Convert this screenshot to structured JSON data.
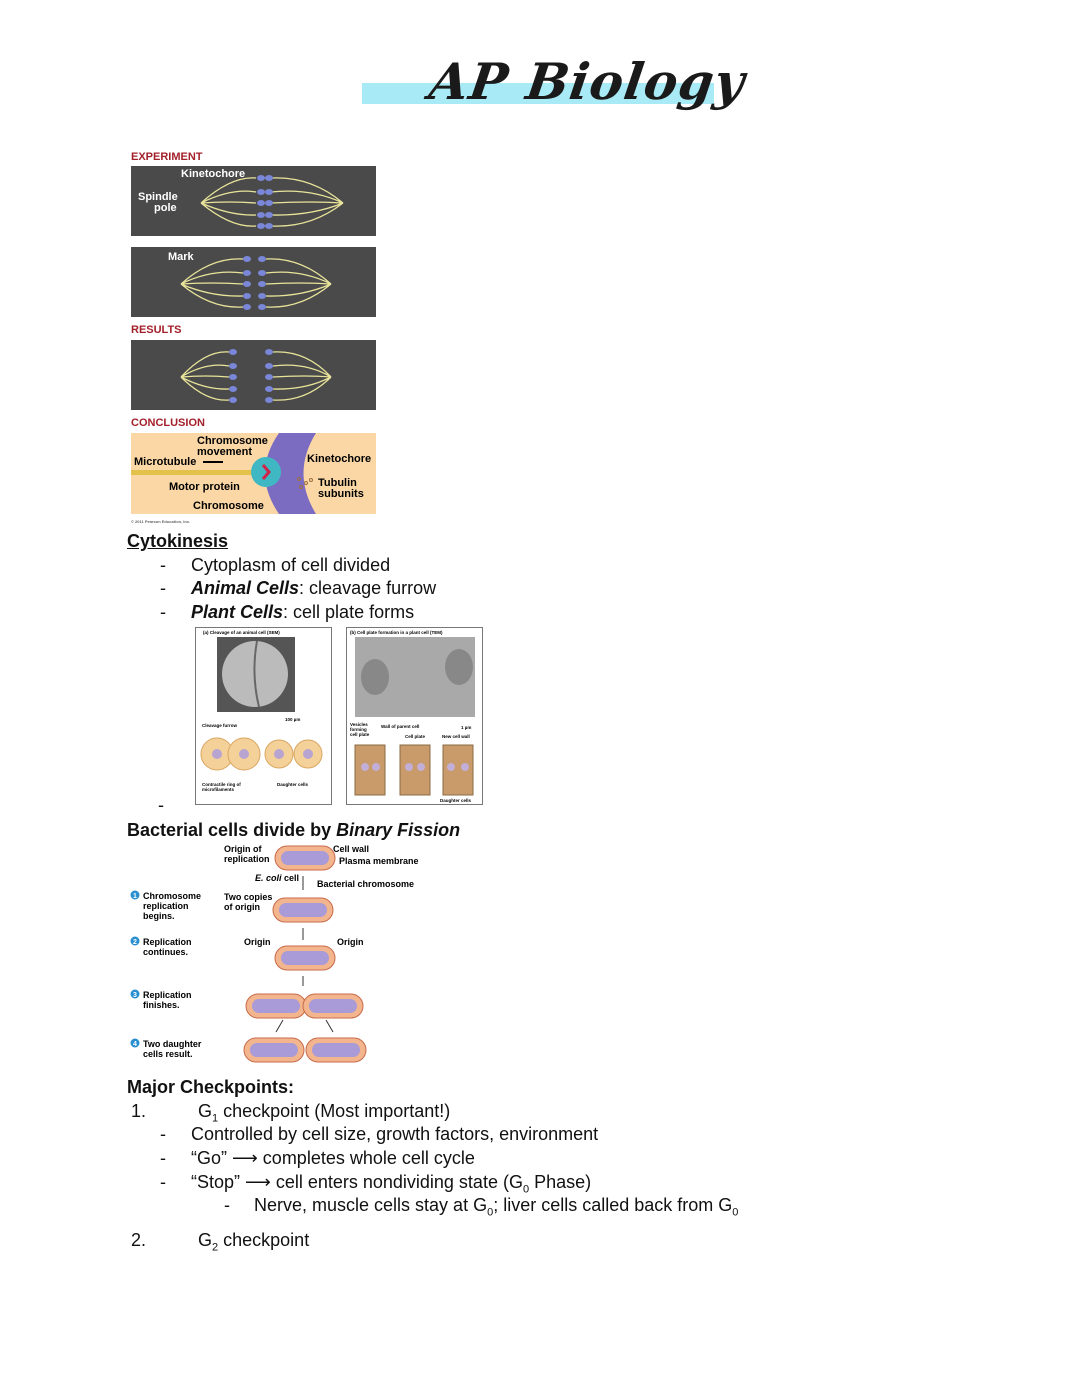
{
  "header": {
    "title": "AP Biology",
    "highlight_color": "#a8ebf6"
  },
  "figure_experiment": {
    "experiment_label": "EXPERIMENT",
    "kinetochore": "Kinetochore",
    "spindle_pole_1": "Spindle",
    "spindle_pole_2": "pole",
    "mark": "Mark",
    "results_label": "RESULTS",
    "conclusion_label": "CONCLUSION",
    "chromosome_movement_1": "Chromosome",
    "chromosome_movement_2": "movement",
    "microtubule": "Microtubule",
    "kinetochore_2": "Kinetochore",
    "motor_protein": "Motor protein",
    "tubulin_1": "Tubulin",
    "tubulin_2": "subunits",
    "chromosome": "Chromosome",
    "copyright": "© 2011 Pearson Education, Inc."
  },
  "cytokinesis": {
    "heading": "Cytokinesis",
    "bullets": [
      {
        "bold": "",
        "text": "Cytoplasm of cell divided"
      },
      {
        "bold": "Animal Cells",
        "text": ": cleavage furrow"
      },
      {
        "bold": "Plant Cells",
        "text": ": cell plate forms"
      }
    ],
    "empty_bullet": "-",
    "figure": {
      "a_title": "(a) Cleavage of an animal cell (SEM)",
      "a_scale": "100 µm",
      "a_furrow": "Cleavage furrow",
      "a_ring_1": "Contractile ring of",
      "a_ring_2": "microfilaments",
      "a_daughter": "Daughter cells",
      "b_title": "(b) Cell plate formation in a plant cell (TEM)",
      "b_vesicles_1": "Vesicles",
      "b_vesicles_2": "forming",
      "b_vesicles_3": "cell plate",
      "b_wall": "Wall of parent cell",
      "b_scale": "1 µm",
      "b_cell_plate": "Cell plate",
      "b_new_wall": "New cell wall",
      "b_daughter": "Daughter cells"
    }
  },
  "binary_fission": {
    "heading_prefix": "Bacterial cells divide by ",
    "heading_emph": "Binary Fission",
    "figure": {
      "origin_1": "Origin of",
      "origin_2": "replication",
      "cell_wall": "Cell wall",
      "plasma_membrane": "Plasma membrane",
      "ecoli_italic": "E. coli",
      "ecoli_rest": " cell",
      "bacterial_chromosome": "Bacterial chromosome",
      "two_copies_1": "Two copies",
      "two_copies_2": "of origin",
      "origin_left": "Origin",
      "origin_right": "Origin",
      "steps": [
        {
          "num": "1",
          "lines": [
            "Chromosome",
            "replication",
            "begins."
          ]
        },
        {
          "num": "2",
          "lines": [
            "Replication",
            "continues."
          ]
        },
        {
          "num": "3",
          "lines": [
            "Replication",
            "finishes."
          ]
        },
        {
          "num": "4",
          "lines": [
            "Two daughter",
            "cells result."
          ]
        }
      ]
    }
  },
  "checkpoints": {
    "heading": "Major Checkpoints:",
    "item1_num": "1.",
    "item1_pre": "G",
    "item1_sub": "1",
    "item1_post": " checkpoint (Most important!)",
    "b1": "Controlled by cell size, growth factors, environment",
    "b2": "“Go” ⟶ completes whole cell cycle",
    "b3_pre": "“Stop” ⟶ cell enters nondividing state (G",
    "b3_sub": "0",
    "b3_post": " Phase)",
    "sub_pre": "Nerve, muscle cells stay at G",
    "sub_sub1": "0",
    "sub_mid": "; liver cells called back from G",
    "sub_sub2": "0",
    "item2_num": "2.",
    "item2_pre": "G",
    "item2_sub": "2",
    "item2_post": " checkpoint",
    "dash": "-"
  }
}
